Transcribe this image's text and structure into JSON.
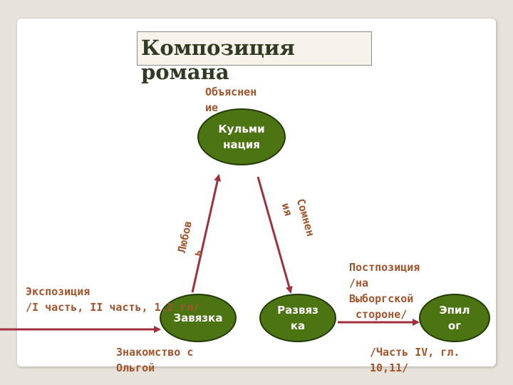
{
  "title": "Композиция романа",
  "nodes": {
    "culmination": "Кульми\nнация",
    "plot_start": "Завязка",
    "denouement": "Развяз\nка",
    "epilogue": "Эпил\nог"
  },
  "labels": {
    "explanation": "Объяснен\nие",
    "love": "Любов\nь",
    "doubts": "Сомнен\nия",
    "exposition": "Экспозиция\n/I часть, II часть, 1,2 гл/",
    "meeting": "Знакомство с\nОльгой",
    "postposition": "Постпозиция\n/на\nВыборгской\n стороне/",
    "part_iv": "/Часть IV, гл.\n10,11/"
  },
  "colors": {
    "node_fill": "#4d7412",
    "node_border": "#223a06",
    "arrow": "#a0303e",
    "label_text": "#a2542a",
    "title_text": "#2f3b24"
  }
}
